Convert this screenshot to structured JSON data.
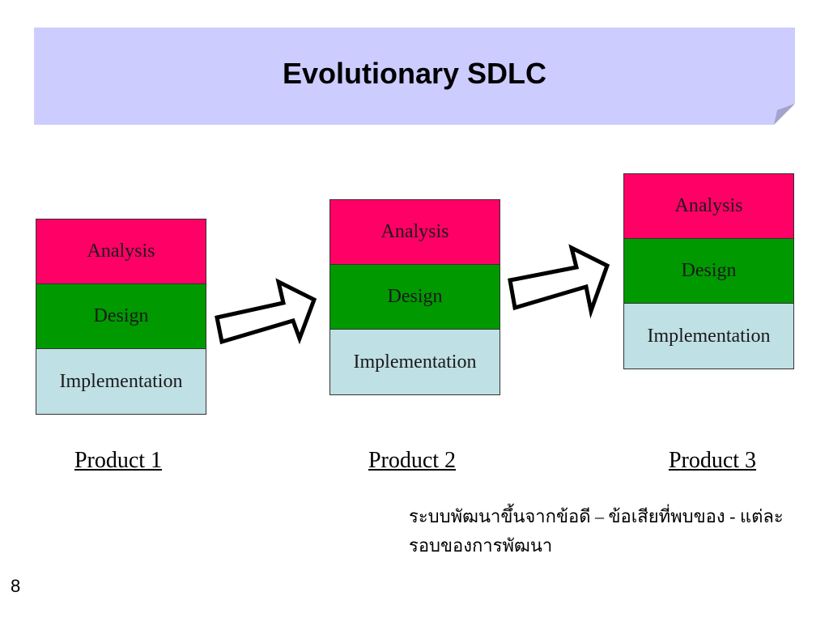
{
  "slide": {
    "title": "Evolutionary SDLC",
    "page_number": "8",
    "note": "ระบบพัฒนาขึ้นจากข้อดี – ข้อเสียที่พบของ - แต่ละรอบของการพัฒนา"
  },
  "products": [
    {
      "label": "Product 1",
      "stages": [
        "Analysis",
        "Design",
        "Implementation"
      ]
    },
    {
      "label": "Product 2",
      "stages": [
        "Analysis",
        "Design",
        "Implementation"
      ]
    },
    {
      "label": "Product 3",
      "stages": [
        "Analysis",
        "Design",
        "Implementation"
      ]
    }
  ],
  "colors": {
    "banner": "#ccccff",
    "analysis": "#ff0066",
    "design": "#009900",
    "implementation": "#bfe0e4"
  }
}
